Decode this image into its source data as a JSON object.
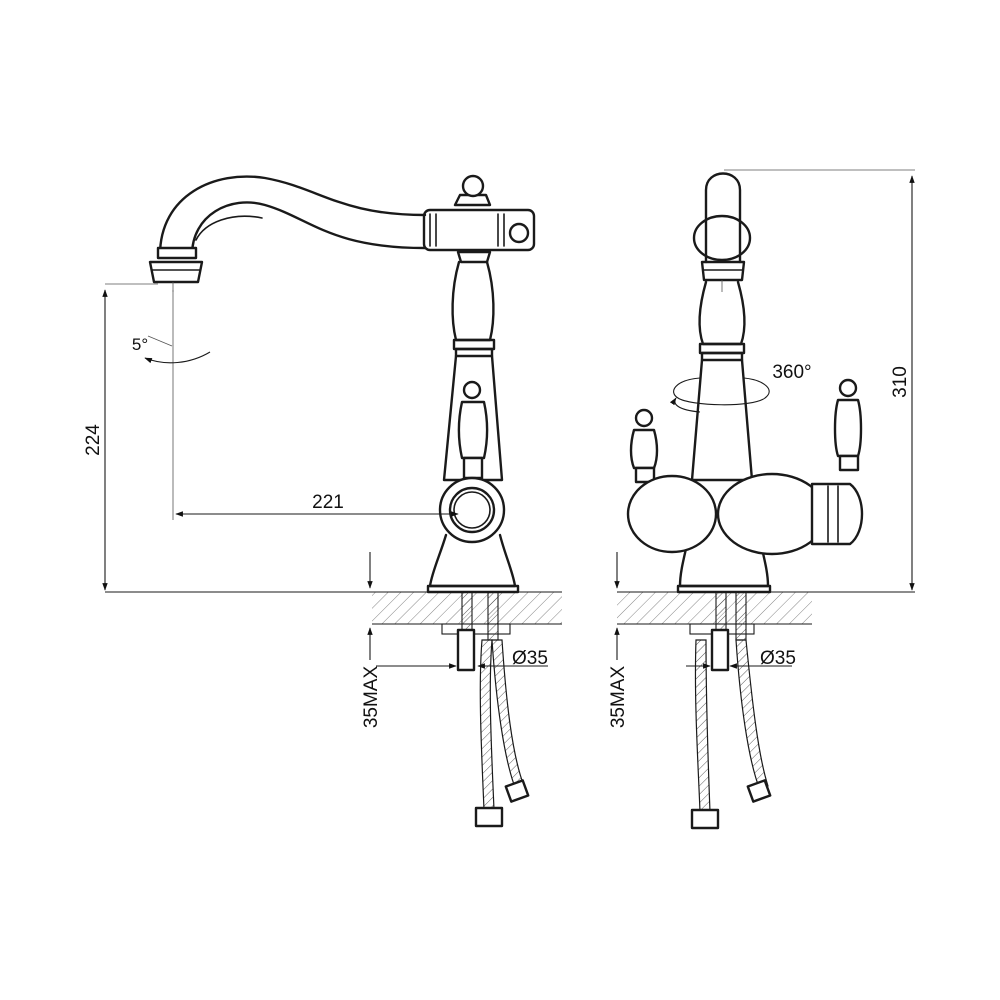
{
  "dimensions": {
    "left_height": "224",
    "left_reach": "221",
    "spout_angle": "5°",
    "left_max_counter": "35MAX",
    "left_hole_diameter": "Ø35",
    "right_height": "310",
    "right_rotation": "360°",
    "right_max_counter": "35MAX",
    "right_hole_diameter": "Ø35"
  }
}
